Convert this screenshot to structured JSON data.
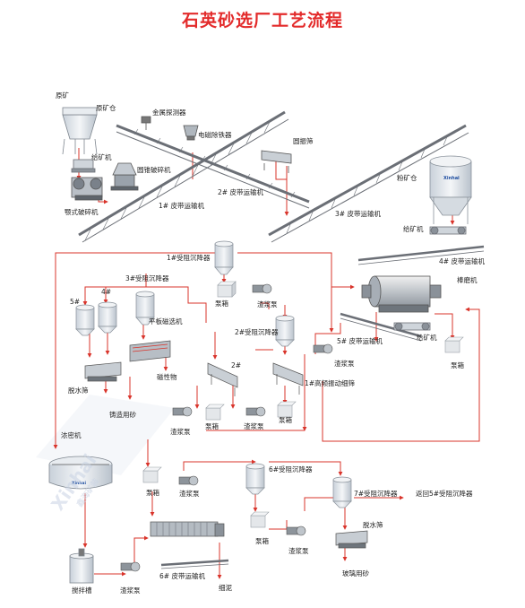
{
  "title": "石英砂选厂工艺流程",
  "watermark": {
    "brand": "Xinhai",
    "sub": "鑫海矿装"
  },
  "colors": {
    "flow": "#d9342b",
    "belt": "#6b6f76",
    "steel": "#9aa3ad",
    "tank": "#dfe5ec"
  },
  "labels": {
    "raw_ore": "原矿",
    "raw_bin": "原矿仓",
    "metal_detector": "金属探测器",
    "magnetic_separator_iron": "电磁除铁器",
    "feeder_top": "给矿机",
    "cone_crusher": "圆锥破碎机",
    "jaw_crusher": "颚式破碎机",
    "belt1": "1# 皮带运输机",
    "belt2": "2# 皮带运输机",
    "belt3": "3# 皮带运输机",
    "screen": "圆振筛",
    "powder_bin": "粉矿仓",
    "feeder_mid": "给矿机",
    "belt4": "4# 皮带运输机",
    "settler1": "1#受阻沉降器",
    "settler3": "3#受阻沉降器",
    "n5": "5#",
    "n4": "4#",
    "flat_magnetic": "平板磁选机",
    "pump_box_a": "泵箱",
    "slurry_pump_a": "渣浆泵",
    "settler2": "2#受阻沉降器",
    "rod_mill": "棒磨机",
    "belt5": "5# 皮带运输机",
    "feeder_low": "给矿机",
    "dewater_screen_a": "脱水筛",
    "magnetic_material": "磁性物",
    "casting_sand": "铸造用砂",
    "n2": "2#",
    "hf_screen": "1#高频振动细筛",
    "slurry_pump_b": "渣浆泵",
    "pump_box_b": "泵箱",
    "slurry_pump_c": "渣浆泵",
    "pump_box_c": "泵箱",
    "pump_box_d": "泵箱",
    "slurry_pump_d": "渣浆泵",
    "thickener": "浓密机",
    "settler6": "6#受阻沉降器",
    "pump_box_e": "泵箱",
    "slurry_pump_e": "渣浆泵",
    "settler7": "7#受阻沉降器",
    "return5": "返回5#受阻沉降器",
    "pump_box_f": "泵箱",
    "slurry_pump_f": "渣浆泵",
    "dewater_screen_b": "脱水筛",
    "glass_sand": "玻璃用砂",
    "agitator": "搅拌槽",
    "slurry_pump_g": "渣浆泵",
    "belt6": "6# 皮带运输机",
    "tailings": "细泥"
  }
}
